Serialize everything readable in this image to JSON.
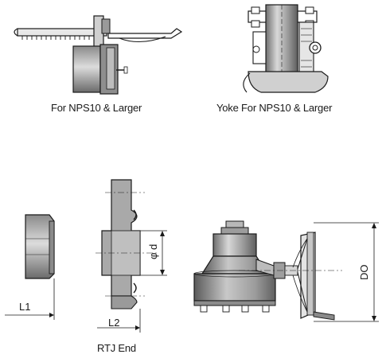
{
  "captions": {
    "handwheel": "For NPS10 & Larger",
    "yoke": "Yoke For NPS10 & Larger",
    "rtj": "RTJ End"
  },
  "dimensions": {
    "l1": "L1",
    "l2": "L2",
    "d": "φ d",
    "do": "DO"
  },
  "colors": {
    "ink": "#1a1a1a",
    "grey_dark": "#7d7d7d",
    "grey_mid": "#a6a6a6",
    "grey_light": "#d0d0d0"
  }
}
